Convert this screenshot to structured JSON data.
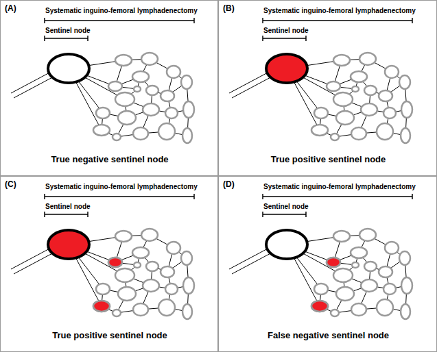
{
  "diagram": {
    "nodes": [
      {
        "text": [
          "(A)",
          "Systematic inguino-femoral lymphadenectomy",
          "Sentinel node",
          "True negative sentinel node"
        ]
      },
      {
        "text": [
          "(B)",
          "Systematic inguino-femoral lymphadenectomy",
          "Sentinel node",
          "True positive sentinel node"
        ]
      },
      {
        "text": [
          "(C)",
          "Systematic inguino-femoral lymphadenectomy",
          "Sentinel node",
          "True positive sentinel node"
        ]
      },
      {
        "text": [
          "(D)",
          "Systematic inguino-femoral lymphadenectomy",
          "Sentinel node",
          "False negative sentinel node"
        ]
      }
    ]
  }
}
